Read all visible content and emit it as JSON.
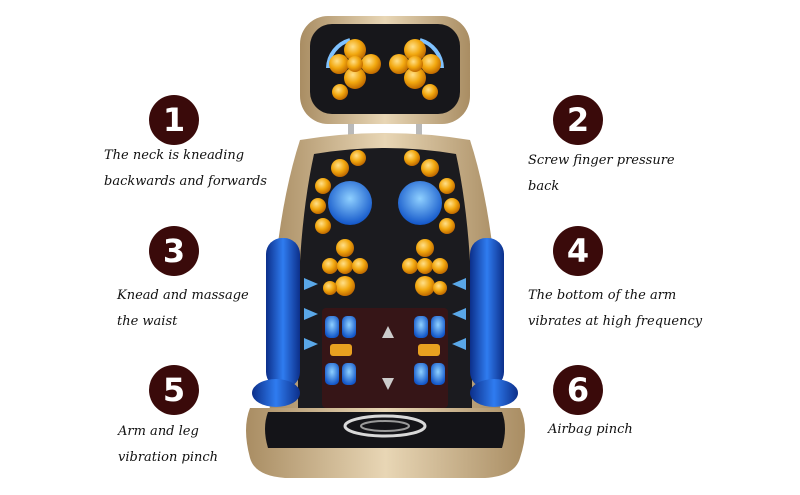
{
  "features": [
    {
      "number": "1",
      "line1": "The neck is kneading",
      "line2": "backwards and forwards"
    },
    {
      "number": "2",
      "line1": "Screw finger pressure",
      "line2": "back"
    },
    {
      "number": "3",
      "line1": "Knead and massage",
      "line2": "the waist"
    },
    {
      "number": "4",
      "line1": "The bottom of the arm",
      "line2": "vibrates at high frequency"
    },
    {
      "number": "5",
      "line1": "Arm and leg",
      "line2": "vibration pinch"
    },
    {
      "number": "6",
      "line1": "Airbag pinch",
      "line2": ""
    }
  ],
  "colors": {
    "badge": "#3a0a0a",
    "shell": "#c9b08a",
    "seat_body": "#1b1b1f",
    "node": "#f2a80f",
    "airbag": "#1e5fd8",
    "arrow": "#5aa8e8"
  },
  "icons": [
    "massage-chair-illustration",
    "massage-node-icon",
    "airbag-icon",
    "arrow-icon"
  ]
}
